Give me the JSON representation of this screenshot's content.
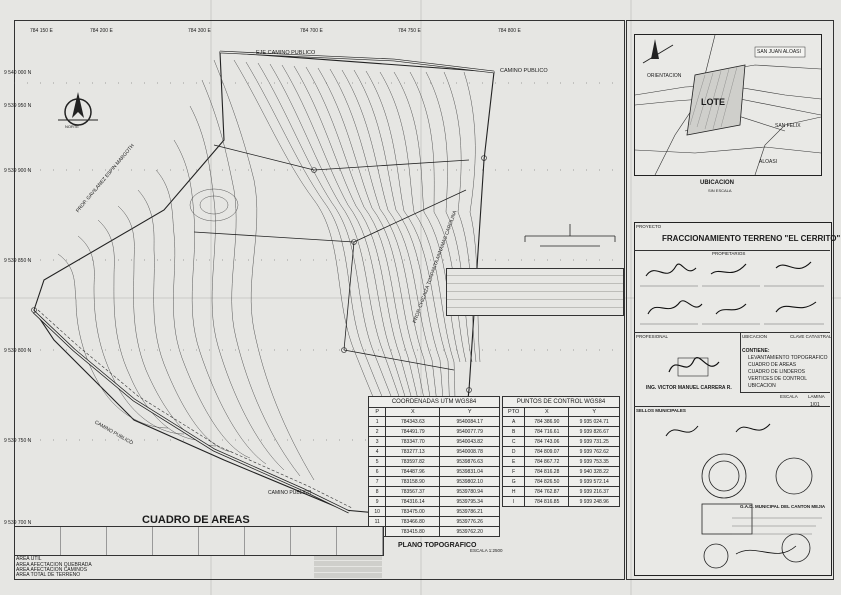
{
  "map": {
    "grid_top": [
      "784 150 E",
      "784 200 E",
      "784 300 E",
      "784 700 E",
      "784 750 E",
      "784 800 E"
    ],
    "grid_left": [
      "9 540 000 N",
      "9 539 950 N",
      "9 539 900 N",
      "9 539 850 N",
      "9 539 800 N",
      "9 539 750 N",
      "9 539 700 N"
    ],
    "road_labels": [
      "EJE CAMINO PUBLICO",
      "CAMINO PUBLICO",
      "CAMINO PUBLICO",
      "CAMINO PUBLICO"
    ],
    "prop_labels": [
      "PROP. GAVILANEZ ESPIN MARGOTH",
      "PROP. CHICAIZA TOAPANTA ANNAMAS CAROLINA"
    ],
    "north_label": "NORTE"
  },
  "ubicacion": {
    "title": "UBICACION",
    "subtitle": "SIN ESCALA",
    "orientacion": "ORIENTACION",
    "lote": "LOTE",
    "places": [
      "SAN JUAN ALOASI",
      "SAN FELIX",
      "ALOASI"
    ]
  },
  "coords_table": {
    "title": "COORDENADAS UTM WGS84",
    "headers": [
      "P",
      "X",
      "Y"
    ],
    "rows": [
      [
        "1",
        "784343.63",
        "9540084.17"
      ],
      [
        "2",
        "784491.79",
        "9540077.79"
      ],
      [
        "3",
        "783347.70",
        "9540043.82"
      ],
      [
        "4",
        "783277.13",
        "9540008.78"
      ],
      [
        "5",
        "783597.82",
        "9539876.63"
      ],
      [
        "6",
        "784487.96",
        "9539831.04"
      ],
      [
        "7",
        "783158.90",
        "9539802.10"
      ],
      [
        "8",
        "783567.37",
        "9539780.94"
      ],
      [
        "9",
        "784316.14",
        "9539795.34"
      ],
      [
        "10",
        "783475.00",
        "9539786.21"
      ],
      [
        "11",
        "783466.80",
        "9539776.26"
      ],
      [
        "12",
        "783415.80",
        "9539762.20"
      ]
    ]
  },
  "points_table": {
    "title": "PUNTOS DE CONTROL WGS84",
    "headers": [
      "PTO",
      "X",
      "Y"
    ],
    "rows": [
      [
        "A",
        "784 386.90",
        "9 935 024.71"
      ],
      [
        "B",
        "784 716.61",
        "9 939 826.67"
      ],
      [
        "C",
        "784 743.06",
        "9 939 731.25"
      ],
      [
        "D",
        "784 809.07",
        "9 939 762.62"
      ],
      [
        "E",
        "784 867.72",
        "9 939 753.35"
      ],
      [
        "F",
        "784 816.28",
        "9 940 328.22"
      ],
      [
        "G",
        "784 826.50",
        "9 939 572.14"
      ],
      [
        "H",
        "784 762.87",
        "9 939 216.37"
      ],
      [
        "I",
        "784 816.85",
        "9 939 248.96"
      ]
    ]
  },
  "cuadro_areas": {
    "title": "CUADRO DE AREAS",
    "rows": [
      "AREA UTIL",
      "AREA AFECTACION QUEBRADA",
      "AREA AFECTACION CAMINOS",
      "AREA TOTAL DE TERRENO"
    ]
  },
  "plano": {
    "title": "PLANO TOPOGRAFICO",
    "scale": "ESCALA 1:2500"
  },
  "titleblock": {
    "proyecto_label": "PROYECTO",
    "project_title": "FRACCIONAMIENTO TERRENO \"EL CERRITO\"",
    "propietarios_label": "PROPIETARIOS",
    "profesional_label": "PROFESIONAL",
    "contiene_label": "CONTIENE:",
    "contiene": [
      "LEVANTAMIENTO TOPOGRAFICO",
      "CUADRO DE AREAS",
      "CUADRO DE LINDEROS",
      "VERTICES DE CONTROL",
      "UBICACION"
    ],
    "ubicacion_label": "UBICACION",
    "clave_label": "CLAVE CATASTRAL",
    "engineer": "ING. VICTOR MANUEL CARRERA R.",
    "escala_label": "ESCALA",
    "lamina_label": "LAMINA",
    "lamina": "1/01",
    "sellos_label": "SELLOS MUNICIPALES"
  },
  "seal": {
    "text": "G.A.D. MUNICIPAL DEL CANTON MEJIA"
  }
}
